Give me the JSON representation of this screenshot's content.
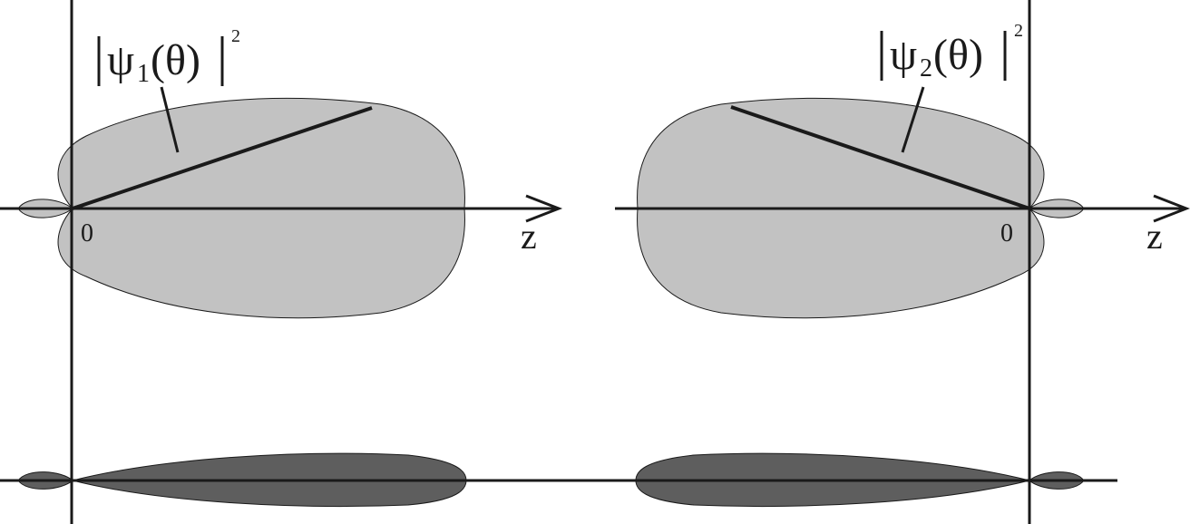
{
  "left_panel": {
    "label": {
      "bar_left": "|",
      "psi": "ψ",
      "sub": "1",
      "arg": "(θ)",
      "bar_right": "|",
      "exp": "2"
    },
    "origin_label": "0",
    "axis_label": "z"
  },
  "right_panel": {
    "label": {
      "bar_left": "|",
      "psi": "ψ",
      "sub": "2",
      "arg": "(θ)",
      "bar_right": "|",
      "exp": "2"
    },
    "origin_label": "0",
    "axis_label": "z"
  },
  "colors": {
    "lobe_fill": "#c2c2c2",
    "combined_fill": "#5e5e5e",
    "line": "#1a1a1a",
    "background": "#ffffff"
  }
}
